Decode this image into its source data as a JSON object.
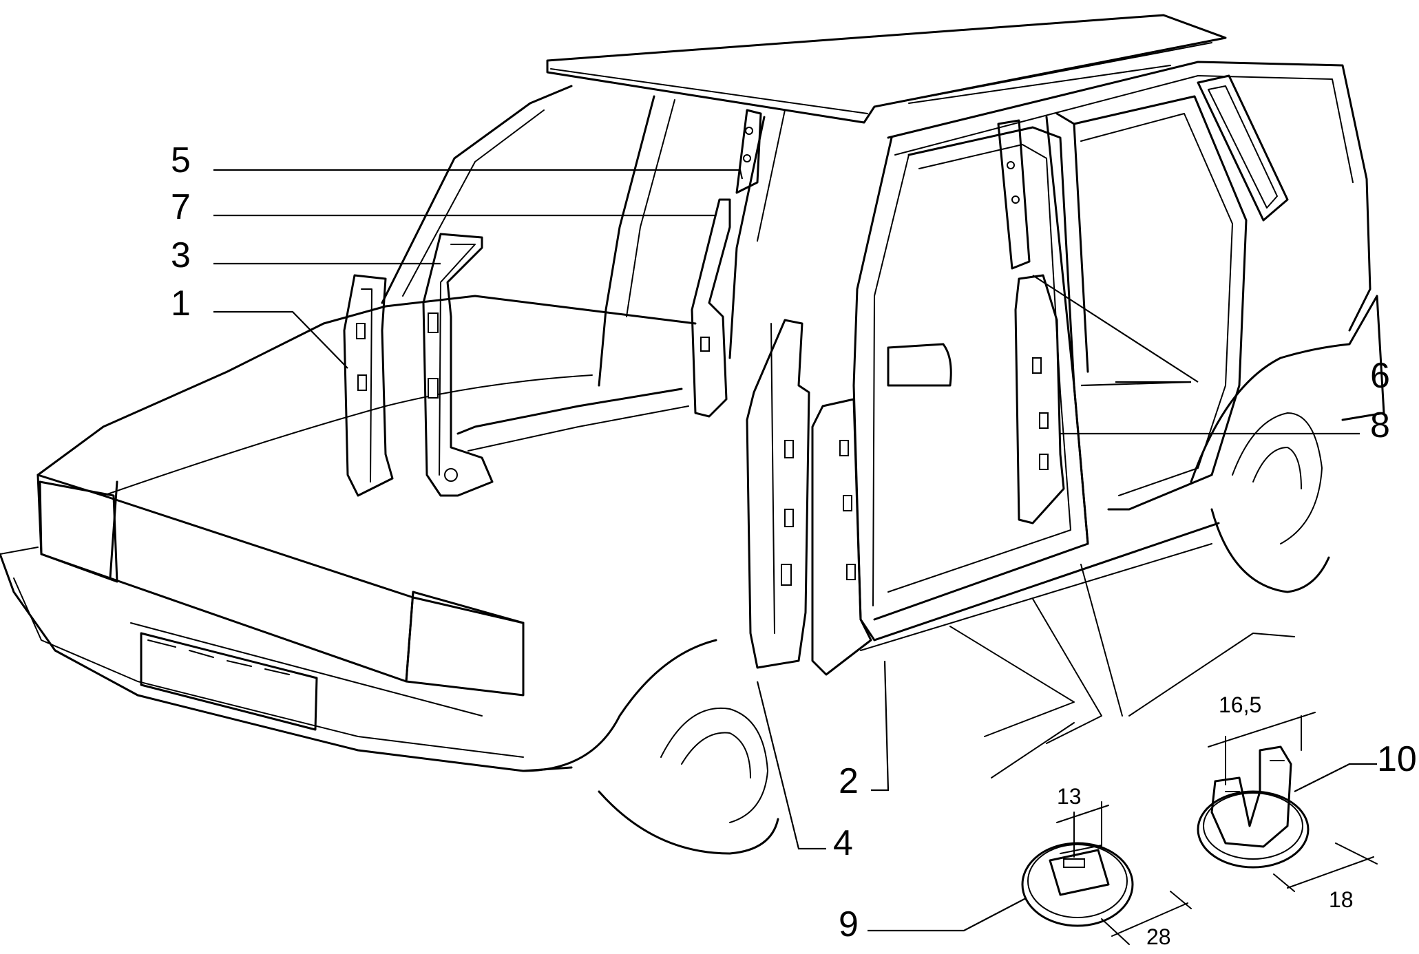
{
  "callouts": {
    "c1": "1",
    "c2": "2",
    "c3": "3",
    "c4": "4",
    "c5": "5",
    "c6": "6",
    "c7": "7",
    "c8": "8",
    "c9": "9",
    "c10": "10"
  },
  "dimensions": {
    "clip9_width": "13",
    "clip9_base": "28",
    "clip10_width": "16,5",
    "clip10_base": "18"
  }
}
